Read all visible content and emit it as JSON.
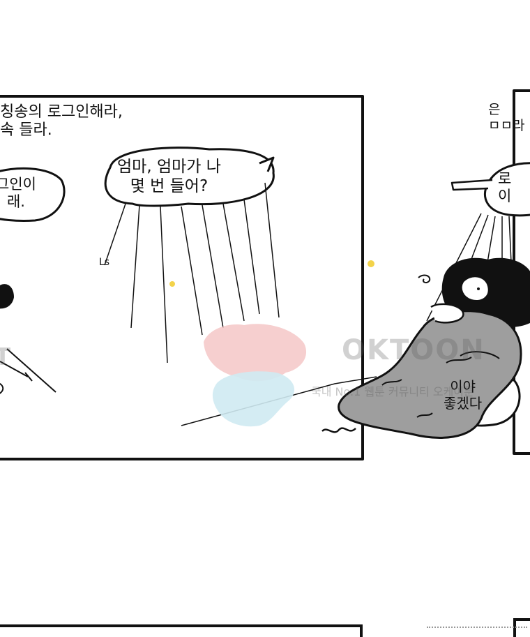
{
  "comic": {
    "narration_left": [
      "칭송의 로그인해라,",
      "속 들라."
    ],
    "narration_right": [
      "은",
      "ㅁㅁ라"
    ],
    "bubble_top": [
      "엄마, 엄마가 나",
      "몇 번 들어?"
    ],
    "bubble_left": [
      "그인이",
      "래."
    ],
    "bubble_right": [
      "로",
      "이"
    ],
    "bubble_bottom": [
      "이야",
      "좋겠다"
    ],
    "sound_effect": "Ls"
  },
  "watermark": {
    "main": "OKTOON",
    "left_fragment": "T",
    "sub": "국내 No.1 웹툰 커뮤니티 오케이툰"
  },
  "colors": {
    "ink": "#111111",
    "pink_shirt": "#f4c7c7",
    "blue_pants": "#cfeaf2",
    "grey_dress": "#9e9e9e",
    "sparkle": "#f3d34a",
    "panel_border": "#111111"
  }
}
